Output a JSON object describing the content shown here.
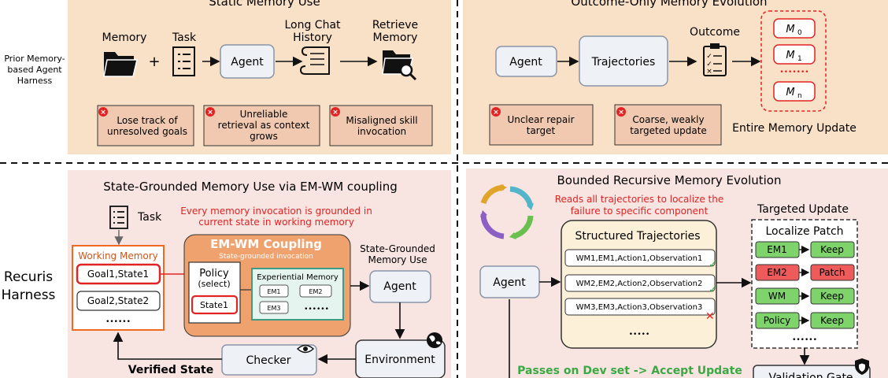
{
  "top_left": {
    "title": "Static Memory Use",
    "row_label": [
      "Prior Memory-",
      "based Agent",
      "Harness"
    ],
    "memory_label": "Memory",
    "task_label": "Task",
    "plus": "+",
    "agent": "Agent",
    "long_chat": [
      "Long Chat",
      "History"
    ],
    "retrieve": [
      "Retrieve",
      "Memory"
    ],
    "issues": [
      [
        "Lose track of",
        "unresolved goals"
      ],
      [
        "Unreliable",
        "retrieval as context",
        "grows"
      ],
      [
        "Misaligned skill",
        "invocation"
      ]
    ]
  },
  "top_right": {
    "title": "Outcome-Only Memory Evolution",
    "agent": "Agent",
    "trajectories": "Trajectories",
    "outcome": "Outcome",
    "mem": [
      "M",
      "0",
      "M",
      "1",
      "M",
      "n"
    ],
    "dots": "•••••••",
    "entire_update": "Entire Memory Update",
    "issues": [
      [
        "Unclear repair",
        "target"
      ],
      [
        "Coarse, weakly",
        "targeted update"
      ]
    ]
  },
  "bottom_left": {
    "title": "State-Grounded Memory Use via EM-WM coupling",
    "row_label": [
      "Recuris",
      "Harness"
    ],
    "task": "Task",
    "red_note": [
      "Every memory invocation is grounded in",
      "current state in working memory"
    ],
    "wm_title": "Working Memory",
    "wm_items": [
      "Goal1,State1",
      "Goal2,State2"
    ],
    "wm_dots": "••••••",
    "coupling_title": "EM-WM Coupling",
    "coupling_sub": "State-grounded invocation",
    "policy": [
      "Policy",
      "(select)"
    ],
    "state": "State1",
    "em_title": "Experiential Memory",
    "em_items": [
      "EM1",
      "EM2",
      "EM3"
    ],
    "em_dots": "••••••",
    "sg_label": [
      "State-Grounded",
      "Memory Use"
    ],
    "agent": "Agent",
    "checker": "Checker",
    "environment": "Environment",
    "verified": "Verified State"
  },
  "bottom_right": {
    "title": "Bounded Recursive Memory Evolution",
    "red_note": [
      "Reads all trajectories to localize the",
      "failure to specific component"
    ],
    "agent": "Agent",
    "struct_title": "Structured Trajectories",
    "traj": [
      "WM1,EM1,Action1,Observation1",
      "WM2,EM2,Action2,Observation2",
      "WM3,EM3,Action3,Observation3"
    ],
    "traj_dots": "•••••",
    "targeted": "Targeted Update",
    "localize": "Localize Patch",
    "patch_rows": [
      {
        "c": "EM1",
        "a": "Keep"
      },
      {
        "c": "EM2",
        "a": "Patch"
      },
      {
        "c": "WM",
        "a": "Keep"
      },
      {
        "c": "Policy",
        "a": "Keep"
      }
    ],
    "patch_dots": "••••••",
    "passes": "Passes on Dev set -> Accept Update",
    "validation": "Validation Gate"
  }
}
